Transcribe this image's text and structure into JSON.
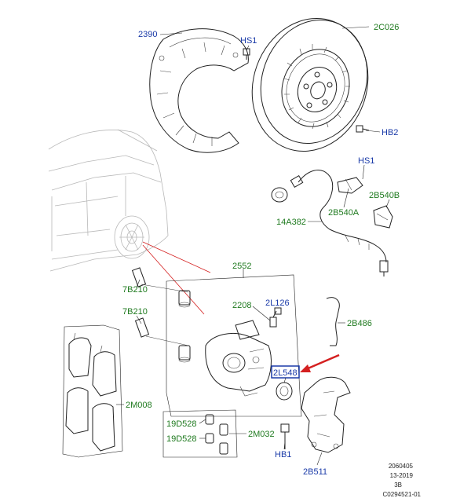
{
  "callouts": {
    "c2390": "2390",
    "hs1a": "HS1",
    "c2c026": "2C026",
    "hb2": "HB2",
    "hs1b": "HS1",
    "c2b540b": "2B540B",
    "c2b540a": "2B540A",
    "c14a382": "14A382",
    "c2552": "2552",
    "c7b210a": "7B210",
    "c2208": "2208",
    "c2l126": "2L126",
    "c7b210b": "7B210",
    "c2b486": "2B486",
    "c2l548": "2L548",
    "c2m008": "2M008",
    "c19d528a": "19D528",
    "c19d528b": "19D528",
    "c2m032": "2M032",
    "hb1": "HB1",
    "c2b511": "2B511"
  },
  "footer": {
    "line1": "2060405",
    "line2": "13-2019",
    "line3": "3B",
    "line4": "C0294521-01"
  },
  "colors": {
    "label_blue": "#1a3aa8",
    "label_green": "#1f7a1f",
    "highlight_arrow": "#d42020",
    "callout_box": "#1a3aa8"
  }
}
